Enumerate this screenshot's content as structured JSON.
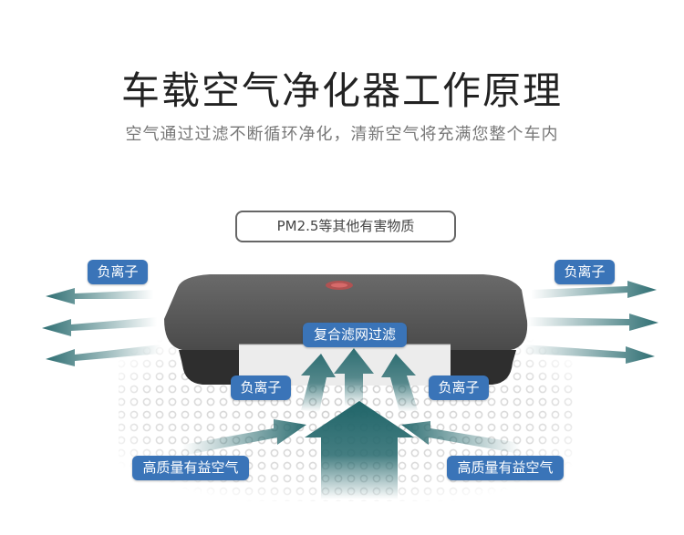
{
  "title": "车载空气净化器工作原理",
  "subtitle": "空气通过过滤不断循环净化，清新空气将充满您整个车内",
  "pollutant_label": "PM2.5等其他有害物质",
  "labels": {
    "anion_top_left": "负离子",
    "anion_top_right": "负离子",
    "anion_inner_left": "负离子",
    "anion_inner_right": "负离子",
    "filter": "复合滤网过滤",
    "quality_air_left": "高质量有益空气",
    "quality_air_right": "高质量有益空气"
  },
  "colors": {
    "arrow_teal": "#2f6f73",
    "tag_blue": "#3a74b8",
    "device_body": "#555555",
    "dots": "#c9c9c9"
  }
}
